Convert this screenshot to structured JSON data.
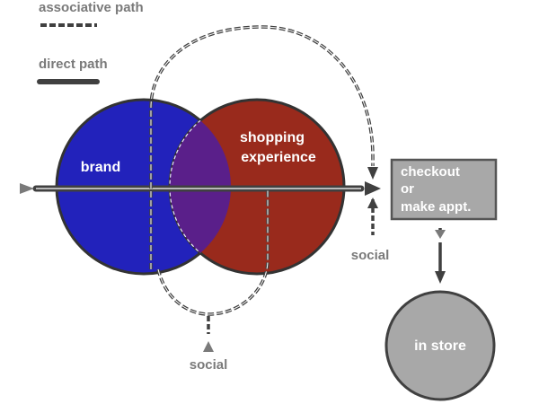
{
  "legend": {
    "associative": "associative path",
    "direct": "direct path"
  },
  "nodes": {
    "brand": "brand",
    "shopping_line1": "shopping",
    "shopping_line2": "experience",
    "checkout_line1": "checkout",
    "checkout_line2": "or",
    "checkout_line3": "make appt.",
    "in_store": "in store"
  },
  "annotations": {
    "social_bottom": "social",
    "social_right": "social"
  },
  "colors": {
    "brand": "#2222bb",
    "shopping": "#992a1c",
    "overlap": "#5a1f8a",
    "path": "#404040",
    "node_fill": "#a8a8a8",
    "node_stroke": "#555555",
    "label_gray": "#7a7a7a"
  }
}
